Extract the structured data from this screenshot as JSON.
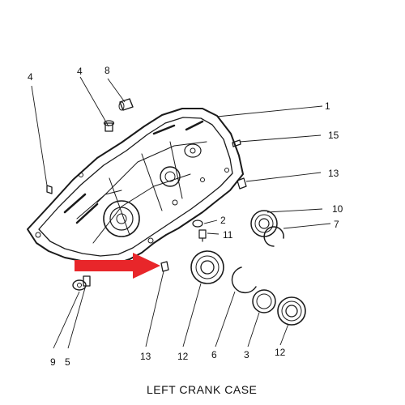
{
  "caption": "LEFT CRANK CASE",
  "callouts": {
    "p4": "4",
    "p8": "8",
    "p1": "1",
    "p15": "15",
    "p13_right": "13",
    "p10": "10",
    "p7": "7",
    "p2": "2",
    "p11": "11",
    "p9": "9",
    "p5": "5",
    "p13_bottom": "13",
    "p12_left": "12",
    "p6": "6",
    "p3": "3",
    "p12_right": "12"
  },
  "colors": {
    "ink": "#1a1a1a",
    "arrow": "#e8262a",
    "paper": "#ffffff"
  },
  "icons": {
    "arrow": "red-right-arrow-icon"
  }
}
